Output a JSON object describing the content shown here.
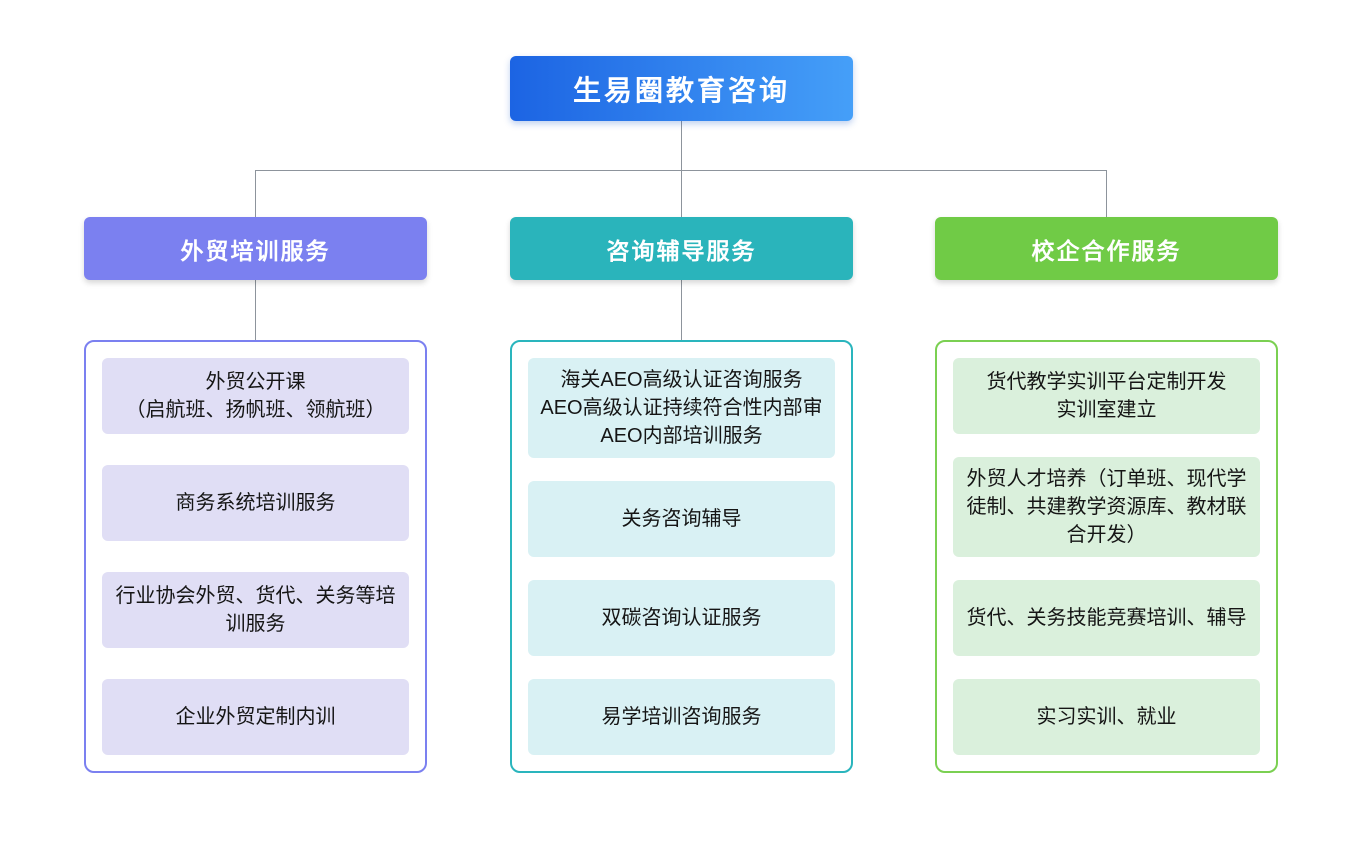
{
  "chart": {
    "root": {
      "label": "生易圈教育咨询"
    },
    "branches": [
      {
        "label": "外贸培训服务",
        "accent": "#7b80f0",
        "item_bg": "#e0def5",
        "items": [
          "外贸公开课\n（启航班、扬帆班、领航班）",
          "商务系统培训服务",
          "行业协会外贸、货代、关务等培训服务",
          "企业外贸定制内训"
        ]
      },
      {
        "label": "咨询辅导服务",
        "accent": "#2ab4bb",
        "item_bg": "#d9f1f4",
        "items": [
          "海关AEO高级认证咨询服务\nAEO高级认证持续符合性内部审\nAEO内部培训服务",
          "关务咨询辅导",
          "双碳咨询认证服务",
          "易学培训咨询服务"
        ]
      },
      {
        "label": "校企合作服务",
        "accent": "#70cb46",
        "item_bg": "#daf0dc",
        "items": [
          "货代教学实训平台定制开发\n实训室建立",
          "外贸人才培养（订单班、现代学徒制、共建教学资源库、教材联合开发）",
          "货代、关务技能竞赛培训、辅导",
          "实习实训、就业"
        ]
      }
    ],
    "colors": {
      "root_gradient_start": "#1c64e3",
      "root_gradient_end": "#459ff8",
      "connector": "#8d949c"
    }
  }
}
